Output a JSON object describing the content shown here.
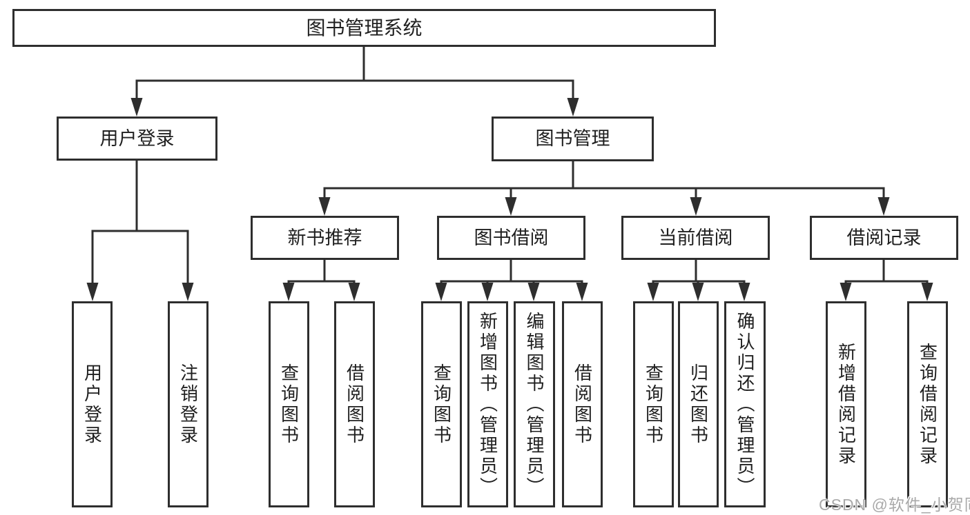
{
  "watermark": "CSDN @软件_小贺同学",
  "colors": {
    "line": "#2e2e2e",
    "box_border": "#2e2e2e",
    "text": "#1f1f1f",
    "watermark": "#a9a9a9",
    "background": "#ffffff"
  },
  "tree": {
    "root": {
      "label": "图书管理系统",
      "children": [
        {
          "label": "用户登录",
          "children": [
            {
              "label": "用户登录"
            },
            {
              "label": "注销登录"
            }
          ]
        },
        {
          "label": "图书管理",
          "children": [
            {
              "label": "新书推荐",
              "children": [
                {
                  "label": "查询图书"
                },
                {
                  "label": "借阅图书"
                }
              ]
            },
            {
              "label": "图书借阅",
              "children": [
                {
                  "label": "查询图书"
                },
                {
                  "label": "新增图书（管理员）"
                },
                {
                  "label": "编辑图书（管理员）"
                },
                {
                  "label": "借阅图书"
                }
              ]
            },
            {
              "label": "当前借阅",
              "children": [
                {
                  "label": "查询图书"
                },
                {
                  "label": "归还图书"
                },
                {
                  "label": "确认归还（管理员）"
                }
              ]
            },
            {
              "label": "借阅记录",
              "children": [
                {
                  "label": "新增借阅记录"
                },
                {
                  "label": "查询借阅记录"
                }
              ]
            }
          ]
        }
      ]
    }
  }
}
